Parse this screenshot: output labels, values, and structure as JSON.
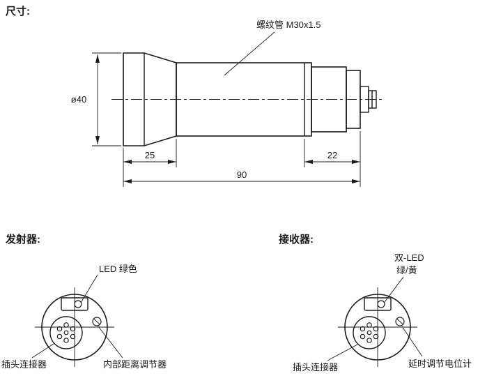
{
  "titles": {
    "dimensions": "尺寸:",
    "transmitter": "发射器:",
    "receiver": "接收器:"
  },
  "side_view": {
    "thread_label": "螺纹管 M30x1.5",
    "diameter": "ø40",
    "head_length": "25",
    "rear_length": "22",
    "total_length": "90"
  },
  "transmitter": {
    "led_label": "LED 绿色",
    "connector_label": "插头连接器",
    "adjuster_label": "内部距离调节器"
  },
  "receiver": {
    "led_label_line1": "双-LED",
    "led_label_line2": "绿/黄",
    "connector_label": "插头连接器",
    "potentiometer_label": "延时调节电位计"
  },
  "colors": {
    "line": "#1a1a1a",
    "background": "#ffffff"
  }
}
